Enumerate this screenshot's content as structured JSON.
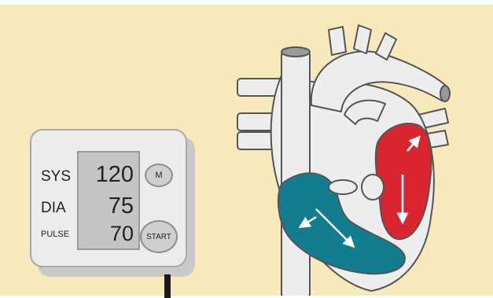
{
  "monitor": {
    "labels": {
      "sys": "SYS",
      "dia": "DIA",
      "pulse": "PULSE"
    },
    "readings": {
      "sys": "120",
      "dia": "75",
      "pulse": "70"
    },
    "buttons": {
      "memory": "M",
      "start": "START"
    }
  },
  "colors": {
    "background": "#f8e9bd",
    "heart_outline": "#555555",
    "heart_fill": "#ededed",
    "oxygenated_blood": "#d9252f",
    "deoxygenated_blood": "#127d8e",
    "monitor_body": "#ececec"
  }
}
